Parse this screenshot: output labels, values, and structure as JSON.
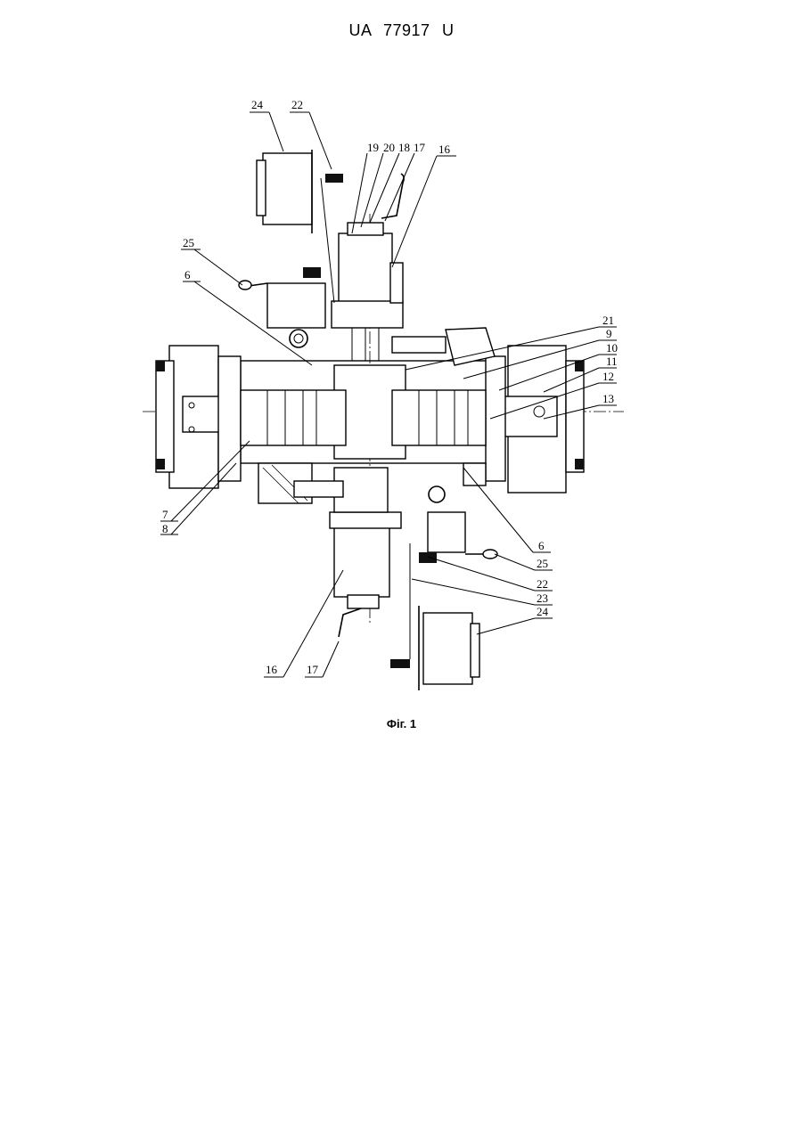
{
  "header": {
    "patent_number": "UA   77917   U"
  },
  "figure": {
    "caption": "Фіг. 1",
    "labels": [
      "24",
      "22",
      "19",
      "20",
      "18",
      "17",
      "16",
      "25",
      "6",
      "21",
      "9",
      "10",
      "11",
      "12",
      "13",
      "7",
      "8",
      "6",
      "25",
      "22",
      "23",
      "24",
      "16",
      "17"
    ]
  }
}
